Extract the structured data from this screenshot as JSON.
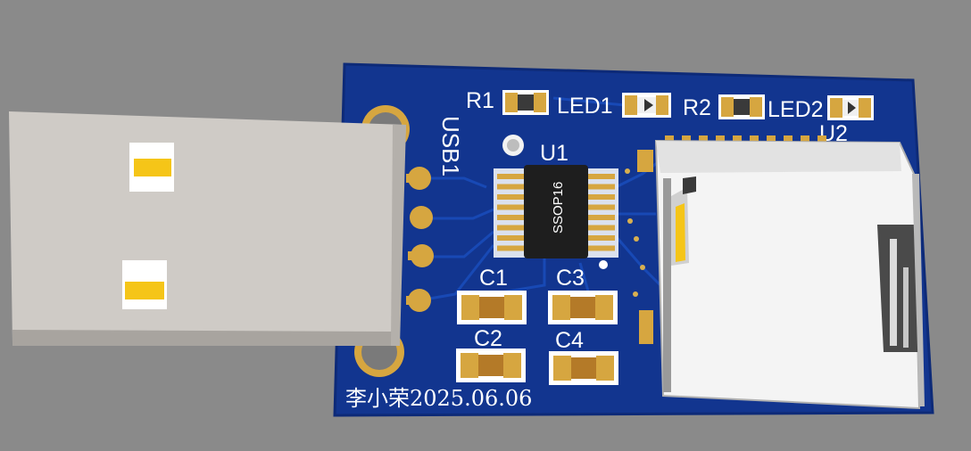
{
  "board": {
    "colors": {
      "background": "#8a8a8a",
      "pcb": "#12358f",
      "pcb_edge": "#0d2a78",
      "copper": "#b8862a",
      "pad_gold": "#d6a640",
      "silk": "#ffffff",
      "chip": "#1e1e1e",
      "usb_shell": "#cfcbc6",
      "usb_contact": "#f5c518",
      "sd_socket": "#f4f4f4"
    },
    "labels": {
      "usb": "USB1",
      "u1": "U1",
      "u1_package": "SSOP16",
      "u2": "U2",
      "r1": "R1",
      "r2": "R2",
      "led1": "LED1",
      "led2": "LED2",
      "c1": "C1",
      "c2": "C2",
      "c3": "C3",
      "c4": "C4",
      "signature": "李小荣2025.06.06"
    },
    "icons": {
      "usb_connector": "usb-a-plug-icon",
      "sd_socket": "microsd-socket-icon"
    }
  }
}
